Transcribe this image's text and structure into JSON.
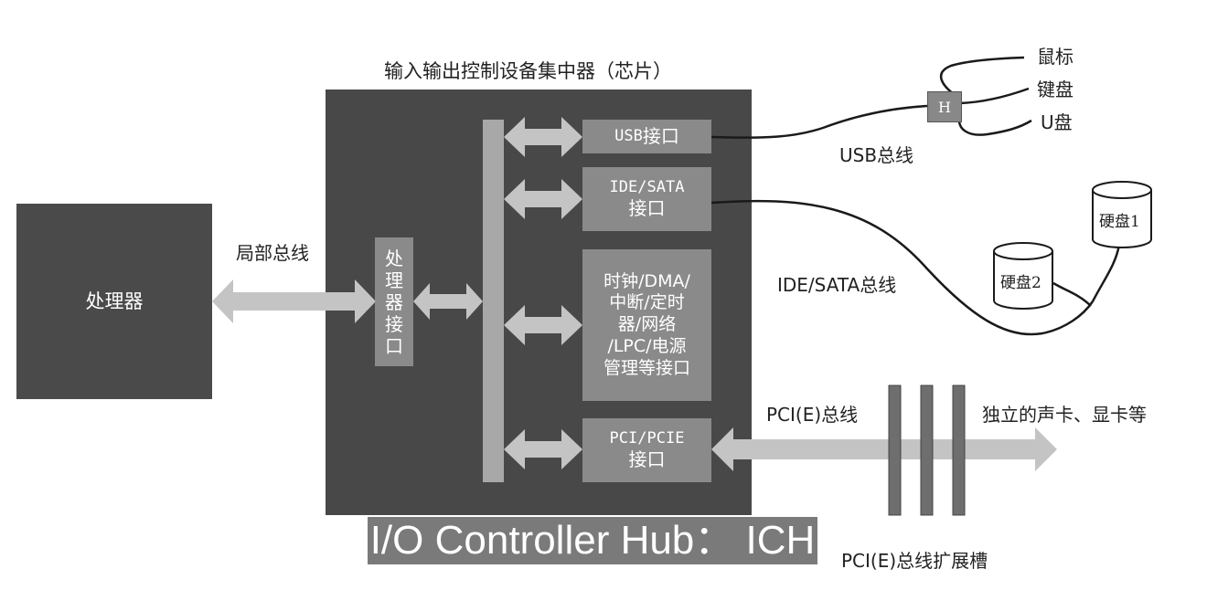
{
  "hub_title": "输入输出控制设备集中器（芯片）",
  "processor_label": "处理器",
  "local_bus_label": "局部总线",
  "processor_interface_chars": [
    "处",
    "理",
    "器",
    "接",
    "口"
  ],
  "usb_interface": {
    "prefix": "USB",
    "suffix": "接口"
  },
  "ide_interface": {
    "line1": "IDE/SATA",
    "line2": "接口"
  },
  "misc_interface_lines": [
    "时钟/DMA/",
    "中断/定时",
    "器/网络",
    "/LPC/电源",
    "管理等接口"
  ],
  "pci_interface": {
    "line1": "PCI/PCIE",
    "line2": "接口"
  },
  "hub_node_label": "H",
  "usb_devices": [
    "鼠标",
    "键盘",
    "U盘"
  ],
  "usb_bus_label": "USB总线",
  "ide_bus_label": "IDE/SATA总线",
  "disks": [
    "硬盘1",
    "硬盘2"
  ],
  "pci_bus_label": "PCI(E)总线",
  "cards_label": "独立的声卡、显卡等",
  "slots_label": "PCI(E)总线扩展槽",
  "ich_caption": "I/O Controller Hub： ICH",
  "colors": {
    "dark_box": "#484848",
    "interface_box": "#8a8a8a",
    "arrow": "#c4c4c4",
    "wire": "#1a1a1a"
  }
}
